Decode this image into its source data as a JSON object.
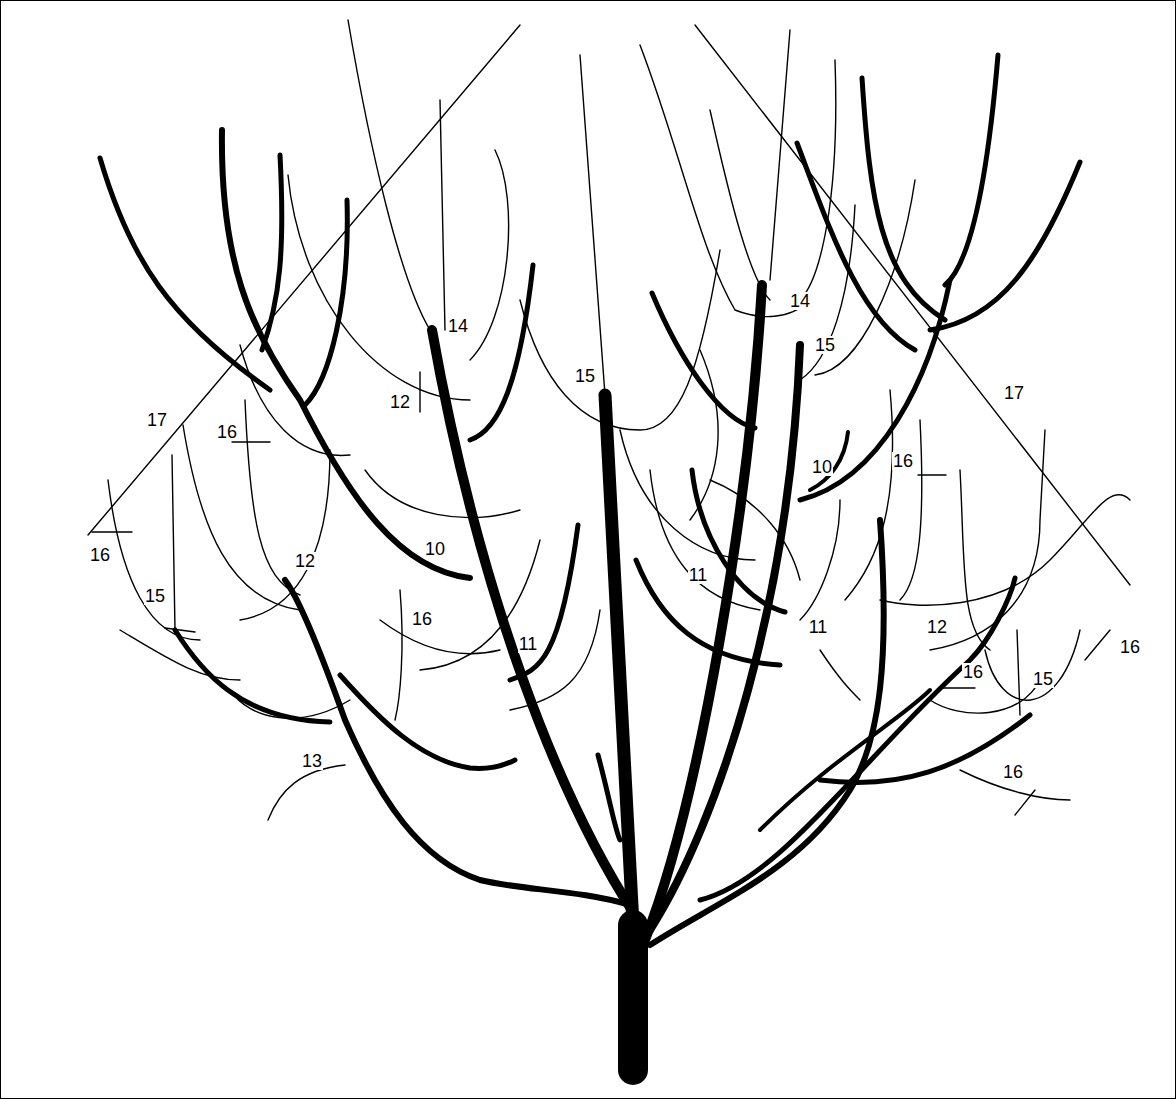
{
  "diagram": {
    "labels": [
      "14",
      "14",
      "15",
      "12",
      "15",
      "17",
      "16",
      "17",
      "16",
      "10",
      "16",
      "10",
      "12",
      "11",
      "15",
      "16",
      "11",
      "11",
      "12",
      "16",
      "16",
      "15",
      "13",
      "16"
    ]
  }
}
